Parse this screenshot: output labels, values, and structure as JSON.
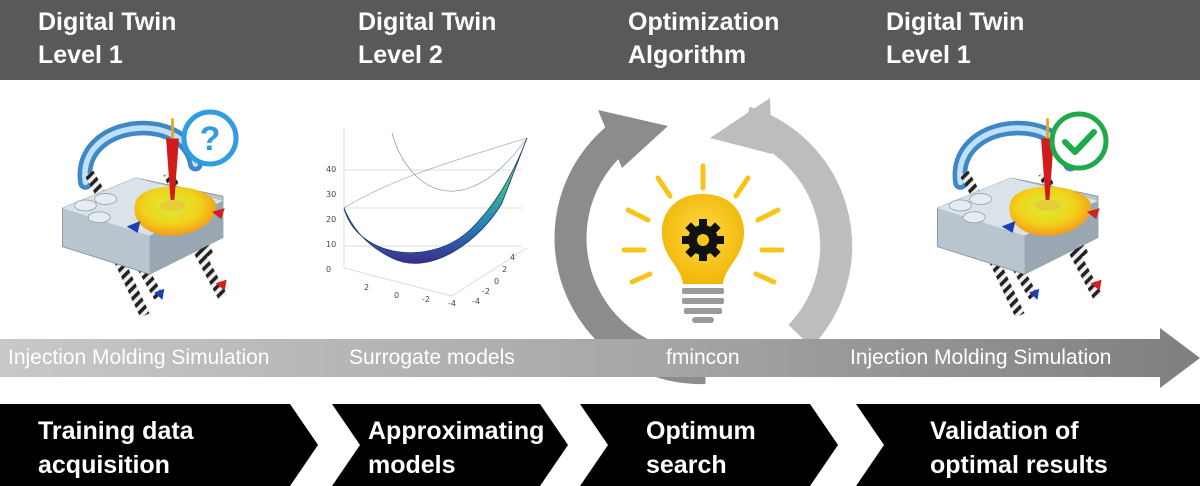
{
  "header": {
    "levels": [
      {
        "line1": "Digital Twin",
        "line2": "Level 1"
      },
      {
        "line1": "Digital Twin",
        "line2": "Level 2"
      },
      {
        "line1": "Optimization",
        "line2": "Algorithm"
      },
      {
        "line1": "Digital Twin",
        "line2": "Level 1"
      }
    ]
  },
  "tools": [
    "Injection Molding Simulation",
    "Surrogate models",
    "fmincon",
    "Injection Molding Simulation"
  ],
  "steps": [
    {
      "line1": "Training data",
      "line2": "acquisition"
    },
    {
      "line1": "Approximating",
      "line2": "models"
    },
    {
      "line1": "Optimum",
      "line2": "search"
    },
    {
      "line1": "Validation of",
      "line2": "optimal results"
    }
  ],
  "surface_plot": {
    "z_ticks": [
      "40",
      "30",
      "20",
      "10",
      "0"
    ],
    "x_ticks": [
      "2",
      "0",
      "-2",
      "-4"
    ],
    "y_ticks": [
      "4",
      "2",
      "0",
      "-2",
      "-4"
    ]
  },
  "icons": {
    "status_unknown": "question-circle-icon",
    "status_valid": "check-circle-icon",
    "idea": "lightbulb-gear-icon",
    "cycle": "circular-arrows-icon"
  },
  "colors": {
    "header_bar": "#595959",
    "process_arrow": "#7f7f7f",
    "step_chevron": "#000000",
    "question_blue": "#2f9de0",
    "check_green": "#1faa4a",
    "bulb_yellow": "#f5c518"
  }
}
